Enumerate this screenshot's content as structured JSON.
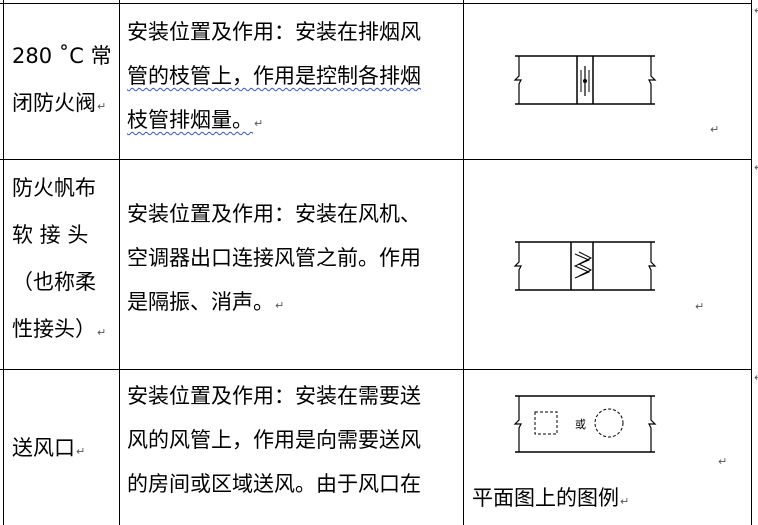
{
  "rows": [
    {
      "name_lines": [
        "280 ˚C 常",
        "闭防火阀"
      ],
      "desc_lines": [
        "安装位置及作用：安装在排烟风",
        "管的枝管上，作用是控制各排烟",
        "枝管排烟量。"
      ],
      "figure_caption": ""
    },
    {
      "name_lines": [
        "防火帆布",
        "软 接 头",
        "（也称柔",
        "性接头）"
      ],
      "desc_lines": [
        "安装位置及作用：安装在风机、",
        "空调器出口连接风管之前。作用",
        "是隔振、消声。"
      ],
      "figure_caption": ""
    },
    {
      "name_lines": [
        "送风口"
      ],
      "desc_lines": [
        "安装位置及作用：安装在需要送",
        "风的风管上，作用是向需要送风",
        "的房间或区域送风。由于风口在"
      ],
      "figure_caption": "平面图上的图例",
      "figure_symbol": "或"
    }
  ],
  "para_mark": "↵",
  "row_mark": "↵"
}
